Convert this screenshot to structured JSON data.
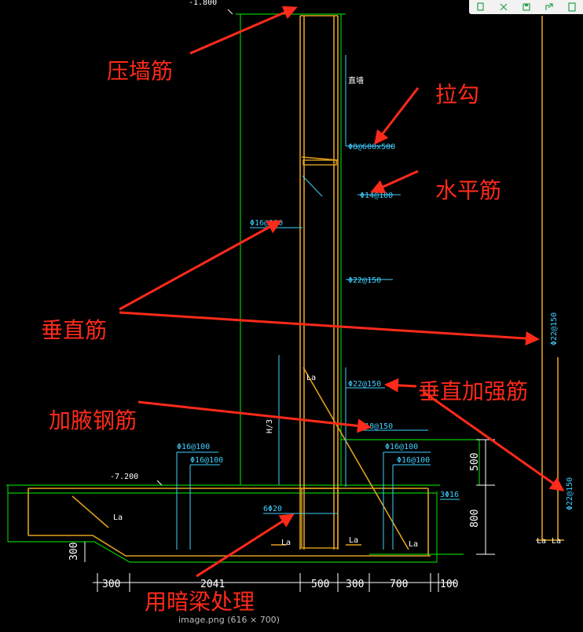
{
  "toolbar": {
    "icons": [
      "copy-icon",
      "expand-icon",
      "save-icon",
      "share-icon",
      "close-icon"
    ]
  },
  "annotations": {
    "wall_top_bar": "压墙筋",
    "tie_bar": "拉勾",
    "horizontal_bar": "水平筋",
    "vertical_bar": "垂直筋",
    "vertical_strengthen_bar": "垂直加强筋",
    "haunch_bar": "加腋钢筋",
    "hidden_beam": "用暗梁处理"
  },
  "cad_labels": {
    "elev_top": "-1.800",
    "elev_base": "-7.200",
    "tie": "Φ8@600x500",
    "horiz": "Φ14@100",
    "vert_outer": "Φ16@100",
    "vert_inner": "Φ22@150",
    "vert_strengthen": "Φ22@150",
    "haunch": "Φ18@150",
    "slab_left_1": "Φ16@100",
    "slab_left_2": "Φ16@100",
    "slab_right_1": "Φ16@100",
    "slab_right_2": "Φ16@100",
    "beam": "6Φ20",
    "side_bar": "3Φ16",
    "far_right_1": "Φ22@150",
    "far_right_2": "Φ22@150",
    "wall_label": "直墙",
    "la": "La",
    "height": "H/3"
  },
  "dimensions": {
    "d300": "300",
    "d2041": "2041",
    "d500": "500",
    "d300b": "300",
    "d700": "700",
    "d100": "100",
    "v500": "500",
    "v800": "800",
    "v300": "300"
  },
  "caption": "image.png (616 × 700)",
  "colors": {
    "annotation": "#ff2a1a",
    "concrete_outline": "#00c800",
    "rebar": "#e0a020",
    "label_cyan": "#40d0ff",
    "dimension": "#ffffff"
  }
}
